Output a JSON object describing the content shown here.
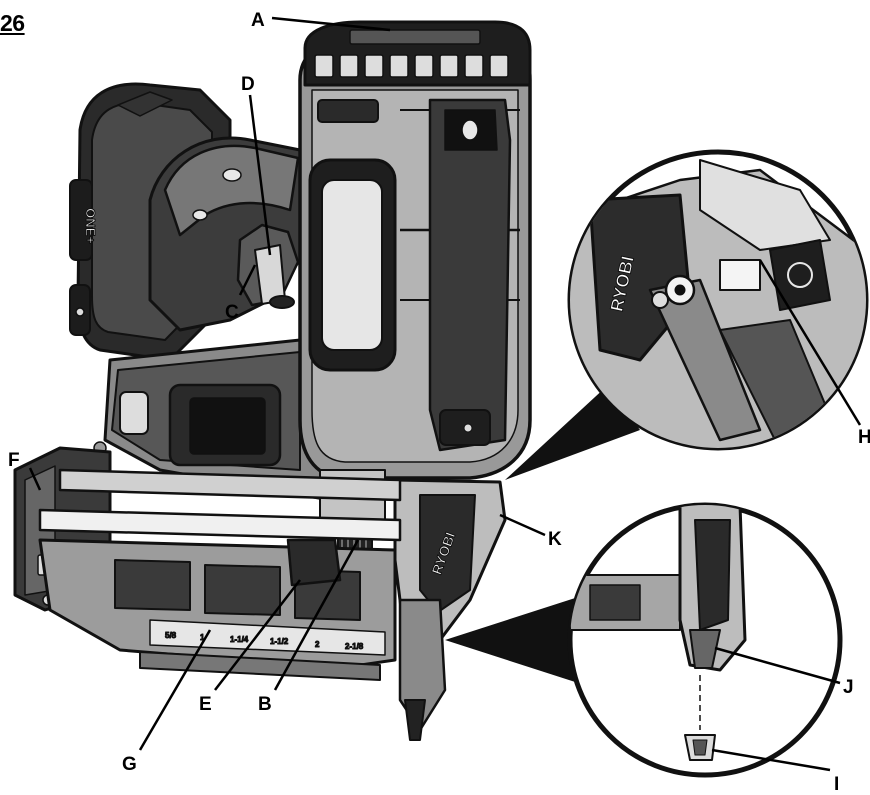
{
  "figure": {
    "number": "26"
  },
  "callouts": {
    "A": "A",
    "B": "B",
    "C": "C",
    "D": "D",
    "E": "E",
    "F": "F",
    "G": "G",
    "H": "H",
    "I": "I",
    "J": "J",
    "K": "K"
  },
  "tool": {
    "battery_brand": "ONE+",
    "nose_brand": "RYOBI",
    "inset_brand": "RYOBI",
    "depth_symbol": "↓↑",
    "scale_marks": [
      "5/8",
      "1",
      "1-1/4",
      "1-1/2",
      "2",
      "2-1/8"
    ]
  }
}
